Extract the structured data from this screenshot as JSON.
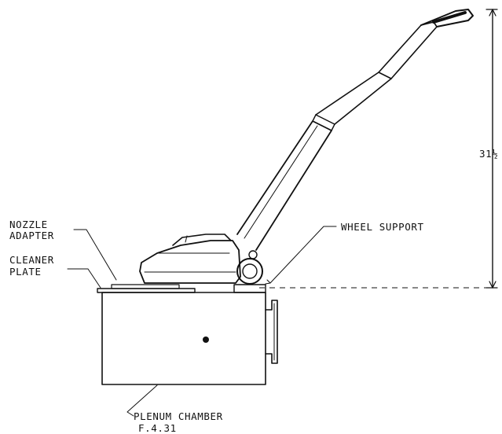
{
  "labels": {
    "nozzle_adapter": [
      "NOZZLE",
      "ADAPTER"
    ],
    "cleaner_plate": [
      "CLEANER",
      "PLATE"
    ],
    "wheel_support": "WHEEL SUPPORT",
    "plenum_chamber": "PLENUM CHAMBER",
    "figure_number": "F.4.31",
    "height_dimension": "31½"
  },
  "colors": {
    "ink": "#111111",
    "background": "#ffffff"
  }
}
